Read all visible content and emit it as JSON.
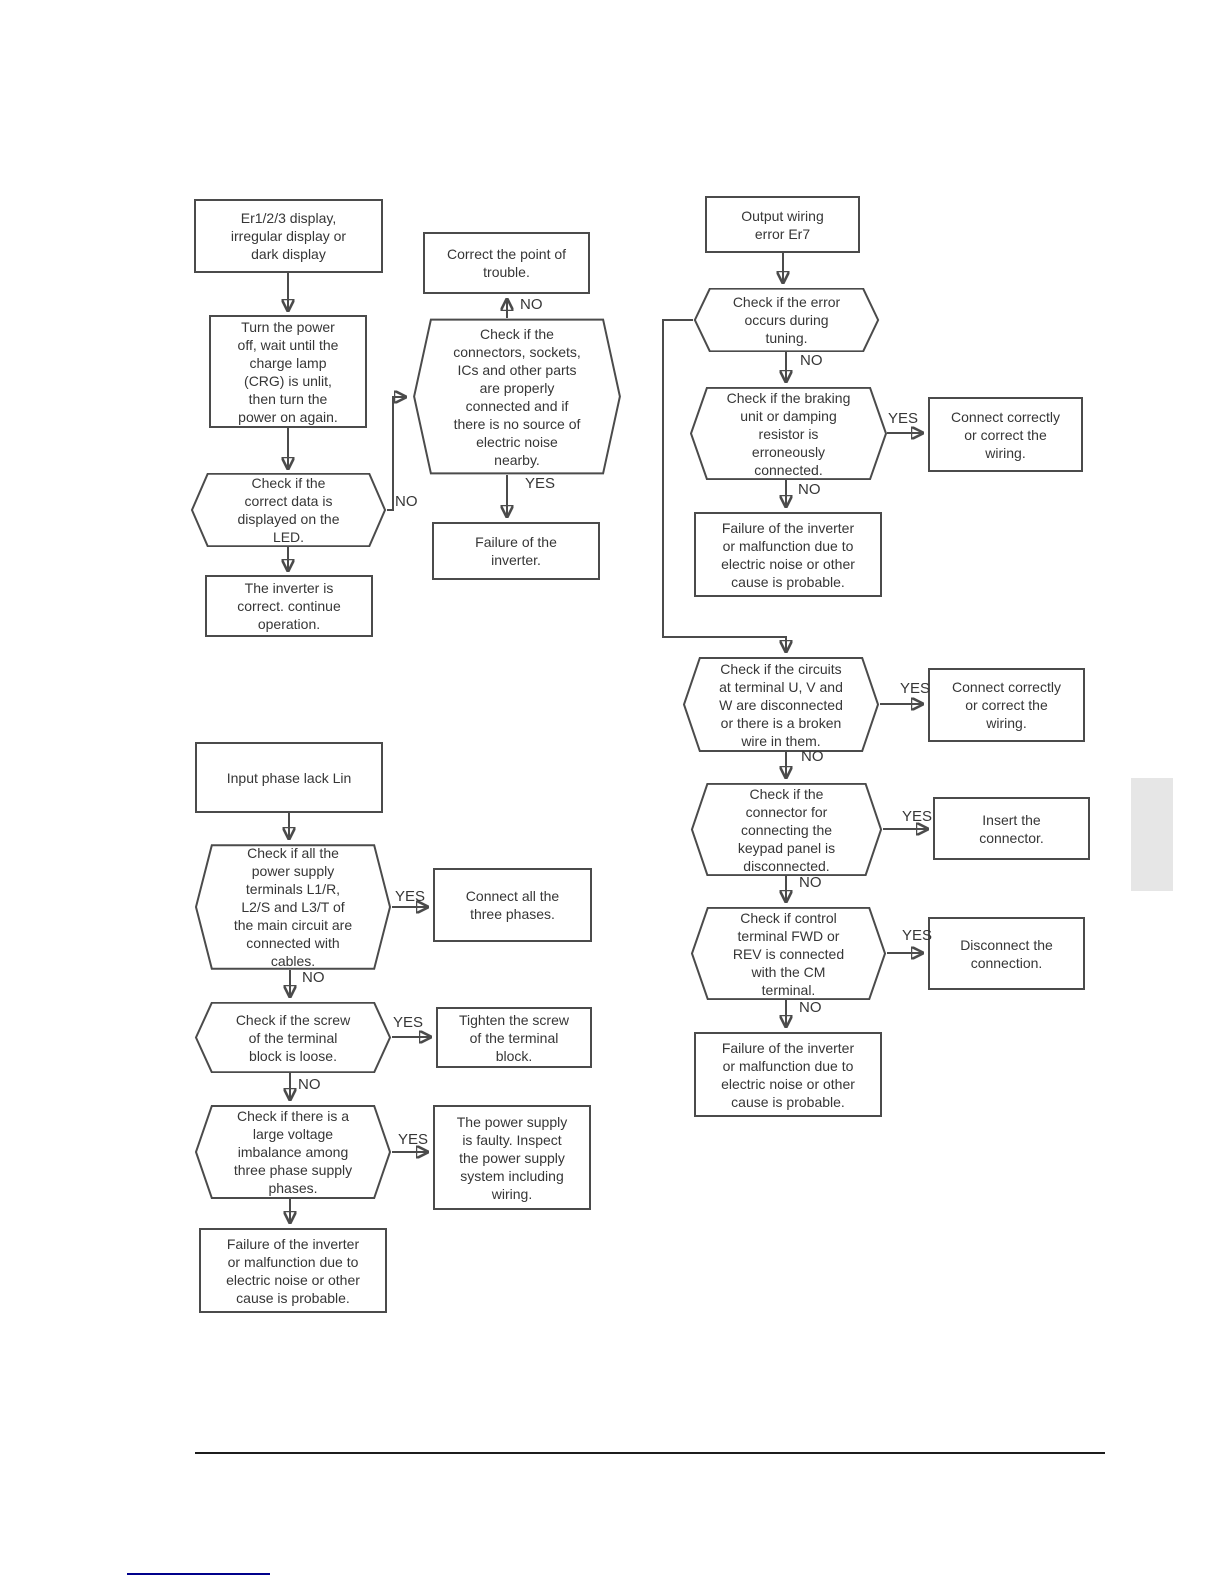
{
  "page": {
    "background": "#ffffff",
    "line_color": "#4b4b4b",
    "text_color": "#363636",
    "footer_rule_color": "#1c1c1c",
    "footnote_line_color": "#00008b",
    "side_tab_color": "#e6e6e6"
  },
  "fc_display_error": {
    "start": "Er1/2/3 display,\nirregular display or\ndark display",
    "power_cycle": "Turn the power\noff, wait until the\ncharge lamp\n(CRG) is unlit,\nthen turn the\npower on again.",
    "check_led": "Check if the\ncorrect data is\ndisplayed on the\nLED.",
    "inverter_ok": "The inverter is\ncorrect. continue\noperation.",
    "correct_trouble": "Correct the point of\ntrouble.",
    "check_connectors": "Check if the\nconnectors, sockets,\nICs and other parts\nare properly\nconnected and if\nthere is no source of\nelectric noise\nnearby.",
    "failure": "Failure of the\ninverter.",
    "labels": {
      "no_led": "NO",
      "no_connectors": "NO",
      "yes_connectors": "YES"
    }
  },
  "fc_output_wiring": {
    "start": "Output wiring\nerror Er7",
    "check_tuning": "Check if the error\noccurs during\ntuning.",
    "check_braking": "Check if the braking\nunit or damping\nresistor is\nerroneously\nconnected.",
    "connect_wiring1": "Connect correctly\nor correct the\nwiring.",
    "failure1": "Failure of the inverter\nor malfunction due to\nelectric noise or other\ncause is probable.",
    "check_circuits": "Check if the circuits\nat terminal U, V and\nW are disconnected\nor there is a broken\nwire in them.",
    "connect_wiring2": "Connect correctly\nor correct the\nwiring.",
    "check_keypad": "Check if the\nconnector for\nconnecting the\nkeypad panel is\ndisconnected.",
    "insert_connector": "Insert the\nconnector.",
    "check_fwd_rev": "Check if control\nterminal FWD or\nREV is connected\nwith the CM\nterminal.",
    "disconnect": "Disconnect the\nconnection.",
    "failure2": "Failure of the inverter\nor malfunction due to\nelectric noise or other\ncause is probable.",
    "labels": {
      "no_tuning": "NO",
      "yes_braking": "YES",
      "no_braking": "NO",
      "yes_circuits": "YES",
      "no_circuits": "NO",
      "yes_keypad": "YES",
      "no_keypad": "NO",
      "yes_fwd_rev": "YES",
      "no_fwd_rev": "NO"
    }
  },
  "fc_input_phase": {
    "start": "Input phase lack Lin",
    "check_terminals": "Check if all the\npower supply\nterminals L1/R,\nL2/S and L3/T of\nthe main circuit are\nconnected with\ncables.",
    "connect_phases": "Connect all the\nthree phases.",
    "check_screw": "Check if the screw\nof the terminal\nblock is loose.",
    "tighten_screw": "Tighten the screw\nof the terminal\nblock.",
    "check_imbalance": "Check if there is a\nlarge voltage\nimbalance among\nthree phase supply\nphases.",
    "supply_faulty": "The power supply\nis faulty. Inspect\nthe power supply\nsystem including\nwiring.",
    "failure": "Failure of the inverter\nor malfunction due to\nelectric noise or other\ncause is probable.",
    "labels": {
      "yes_terminals": "YES",
      "no_terminals": "NO",
      "yes_screw": "YES",
      "no_screw": "NO",
      "yes_imbalance": "YES"
    }
  }
}
